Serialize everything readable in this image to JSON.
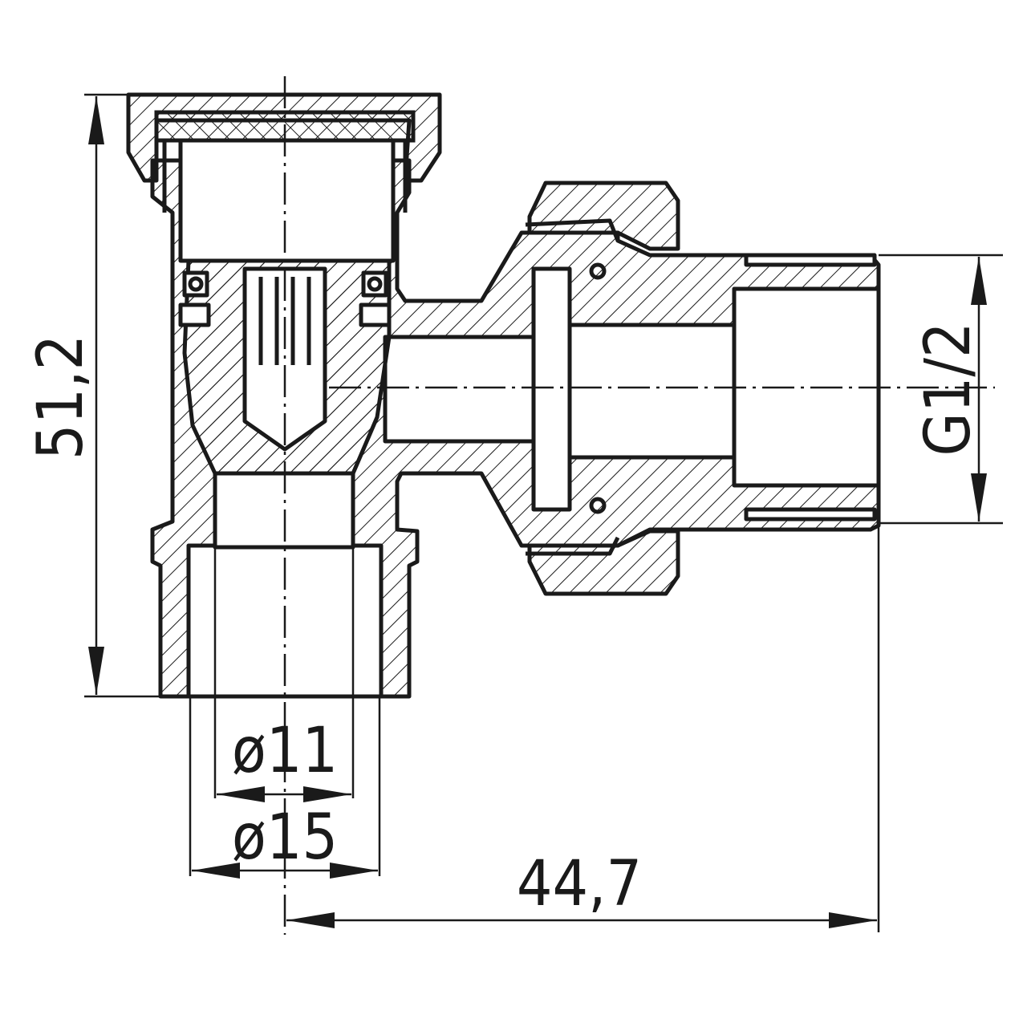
{
  "drawing": {
    "title": "Angle radiator valve section",
    "dimensions": {
      "height": "51,2",
      "thread": "G1/2",
      "inner_diameter": "ø11",
      "outer_diameter": "ø15",
      "length": "44,7"
    }
  }
}
